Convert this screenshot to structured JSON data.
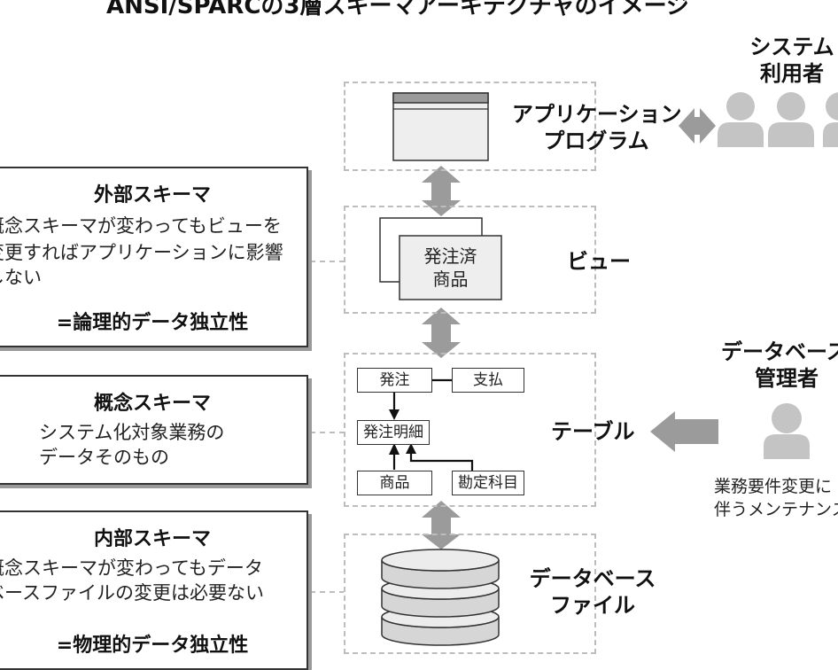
{
  "title": "ANSI/SPARCの3層スキーマアーキテクチャのイメージ",
  "schemas": {
    "external": {
      "title": "外部スキーマ",
      "desc_lines": [
        "概念スキーマが変わってもビューを",
        "変更すればアプリケーションに影響",
        "しない"
      ],
      "note": "=論理的データ独立性"
    },
    "conceptual": {
      "title": "概念スキーマ",
      "desc_lines": [
        "システム化対象業務の",
        "データそのもの"
      ]
    },
    "internal": {
      "title": "内部スキーマ",
      "desc_lines": [
        "概念スキーマが変わってもデータ",
        "ベースファイルの変更は必要ない"
      ],
      "note": "=物理的データ独立性"
    }
  },
  "layers": {
    "application": {
      "label_lines": [
        "アプリケーション",
        "プログラム"
      ]
    },
    "view": {
      "label": "ビュー",
      "doc_lines": [
        "発注済",
        "商品"
      ]
    },
    "table": {
      "label": "テーブル",
      "tables": {
        "order": "発注",
        "payment": "支払",
        "order_detail": "発注明細",
        "product": "商品",
        "account": "勘定科目"
      }
    },
    "database": {
      "label_lines": [
        "データベース",
        "ファイル"
      ]
    }
  },
  "actors": {
    "system_user": {
      "label_lines": [
        "システム",
        "利用者"
      ]
    },
    "dba": {
      "label_lines": [
        "データベース",
        "管理者"
      ],
      "desc_lines": [
        "業務要件変更に",
        "伴うメンテナンス"
      ]
    }
  },
  "colors": {
    "arrow_gray": "#9b9b9b",
    "person_gray": "#c4c4c4",
    "dashed_border": "#bdbdbd",
    "shadow_gray": "#9a9a9a"
  }
}
